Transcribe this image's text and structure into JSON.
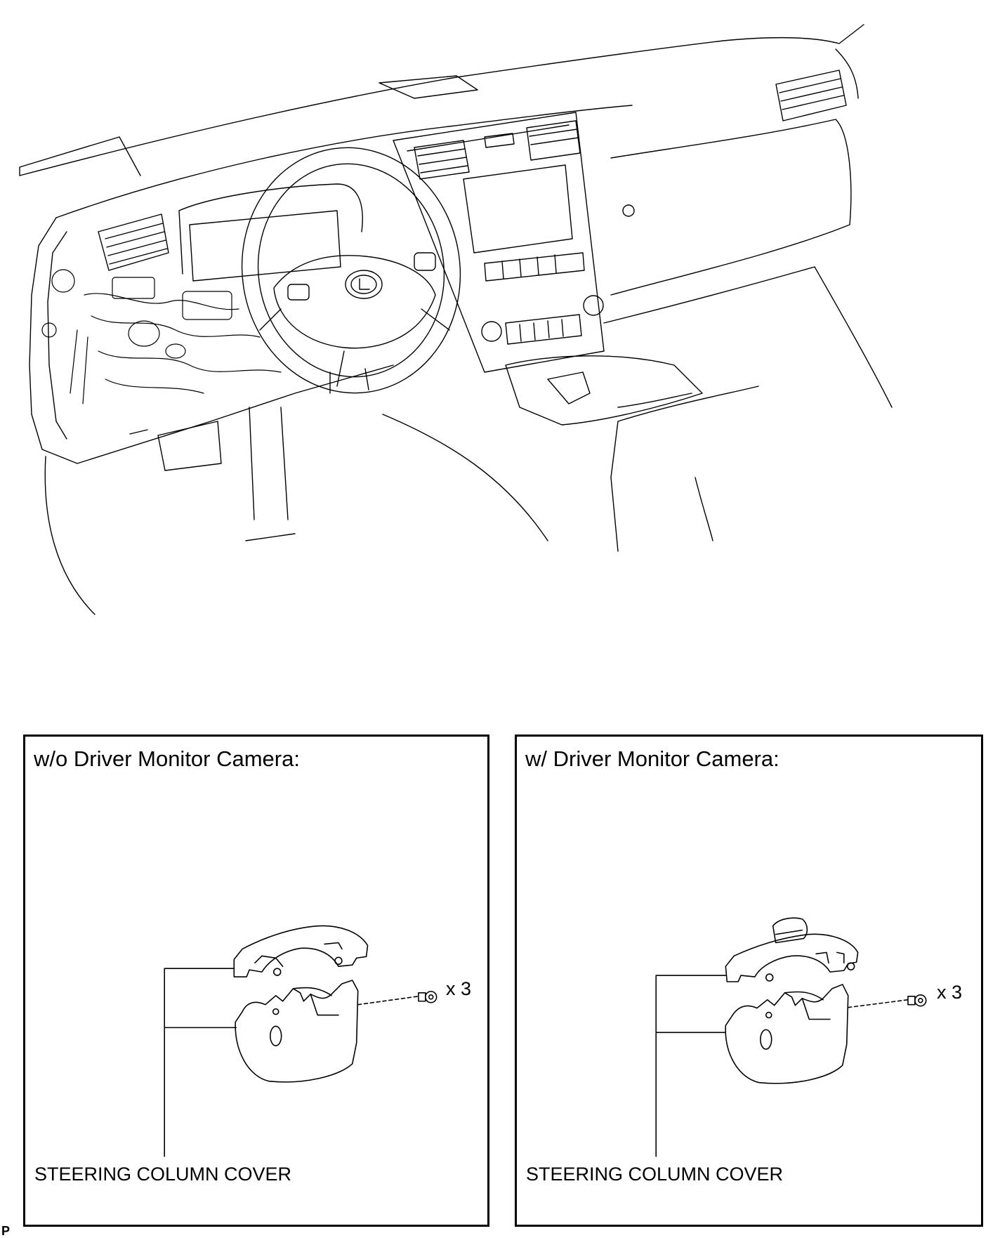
{
  "panels": [
    {
      "title": "w/o Driver Monitor Camera:",
      "part_label": "STEERING COLUMN COVER",
      "fastener_qty": "x 3"
    },
    {
      "title": "w/ Driver Monitor Camera:",
      "part_label": "STEERING COLUMN COVER",
      "fastener_qty": "x 3"
    }
  ],
  "footer_code": "P"
}
